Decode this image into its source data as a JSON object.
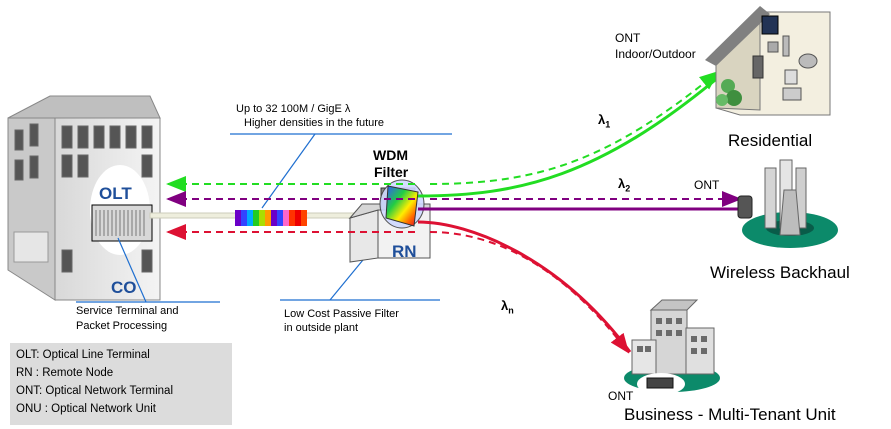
{
  "co": {
    "olt_label": "OLT",
    "co_label": "CO",
    "caption_line1": "Service Terminal and",
    "caption_line2": "Packet Processing"
  },
  "wavelengths_note": {
    "line1": "Up to 32 100M / GigE λ",
    "line2": "Higher densities in the future"
  },
  "filter": {
    "title_line1": "WDM",
    "title_line2": "Filter",
    "rn_label": "RN",
    "caption_line1": "Low Cost Passive Filter",
    "caption_line2": "in outside plant"
  },
  "residential": {
    "ont_line1": "ONT",
    "ont_line2": "Indoor/Outdoor",
    "label": "Residential",
    "lambda_main": "λ",
    "lambda_sub": "1"
  },
  "wireless": {
    "ont": "ONT",
    "label": "Wireless Backhaul",
    "lambda_main": "λ",
    "lambda_sub": "2"
  },
  "business": {
    "ont": "ONT",
    "label": "Business - Multi-Tenant Unit",
    "lambda_main": "λ",
    "lambda_sub": "n"
  },
  "legend": [
    "OLT: Optical Line Terminal",
    "RN  : Remote Node",
    "ONT: Optical Network Terminal",
    "ONU : Optical Network Unit"
  ],
  "colors": {
    "green": "#22dd22",
    "purple": "#800080",
    "red": "#dd1133",
    "callout_blue": "#1f6fd0"
  }
}
